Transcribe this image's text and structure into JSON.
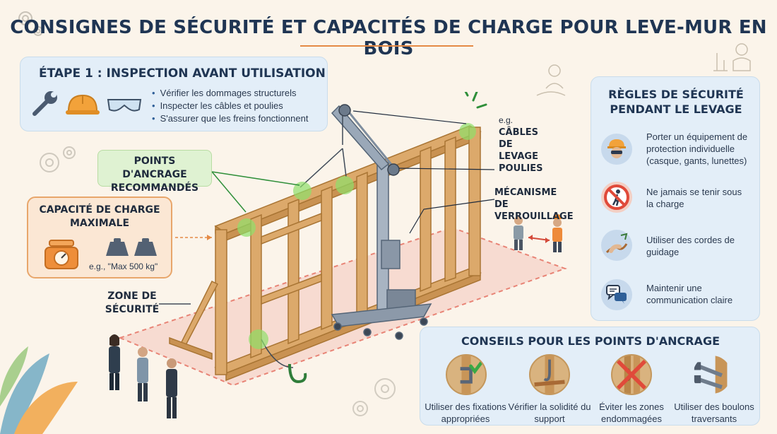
{
  "title": "CONSIGNES DE SÉCURITÉ ET CAPACITÉS DE CHARGE POUR LEVE-MUR EN BOIS",
  "step1": {
    "heading": "ÉTAPE 1 : INSPECTION AVANT UTILISATION",
    "items": [
      "Vérifier les dommages structurels",
      "Inspecter les câbles et poulies",
      "S'assurer que les freins fonctionnent"
    ],
    "icons": [
      "wrench-icon",
      "hard-hat-icon",
      "safety-glasses-icon"
    ]
  },
  "anchor_points_label": "POINTS D'ANCRAGE RECOMMANDÉS",
  "capacity": {
    "heading": "CAPACITÉ DE CHARGE MAXIMALE",
    "example": "e.g., \"Max 500 kg\""
  },
  "safety_zone_label": "ZONE DE SÉCURITÉ",
  "callouts": {
    "cables_prefix": "e.g.",
    "cables": "CÂBLES DE LEVAGE",
    "pulleys": "POULIES",
    "lock": "MÉCANISME DE VERROUILLAGE"
  },
  "rules": {
    "heading": "RÈGLES DE SÉCURITÉ PENDANT LE LEVAGE",
    "items": [
      {
        "icon": "worker-ppe-icon",
        "text": "Porter un équipement de protection individuelle (casque, gants, lunettes)"
      },
      {
        "icon": "no-standing-under-load-icon",
        "text": "Ne jamais se tenir sous la charge"
      },
      {
        "icon": "guide-rope-icon",
        "text": "Utiliser des cordes de guidage"
      },
      {
        "icon": "chat-bubble-icon",
        "text": "Maintenir une communication claire"
      }
    ]
  },
  "tips": {
    "heading": "CONSEILS POUR LES POINTS D'ANCRAGE",
    "items": [
      {
        "icon": "proper-fixing-icon",
        "text": "Utiliser des fixations appropriées"
      },
      {
        "icon": "check-support-icon",
        "text": "Vérifier la solidité du support"
      },
      {
        "icon": "damaged-zone-icon",
        "text": "Éviter les zones endommagées"
      },
      {
        "icon": "through-bolt-icon",
        "text": "Utiliser des boulons traversants"
      }
    ]
  },
  "colors": {
    "title": "#1f3553",
    "accent_orange": "#e58a45",
    "panel_blue": "#e3eef8",
    "panel_green": "#dff2d2",
    "wood": "#d9a868",
    "danger_red": "#e04a3a",
    "check_green": "#3aa845"
  }
}
